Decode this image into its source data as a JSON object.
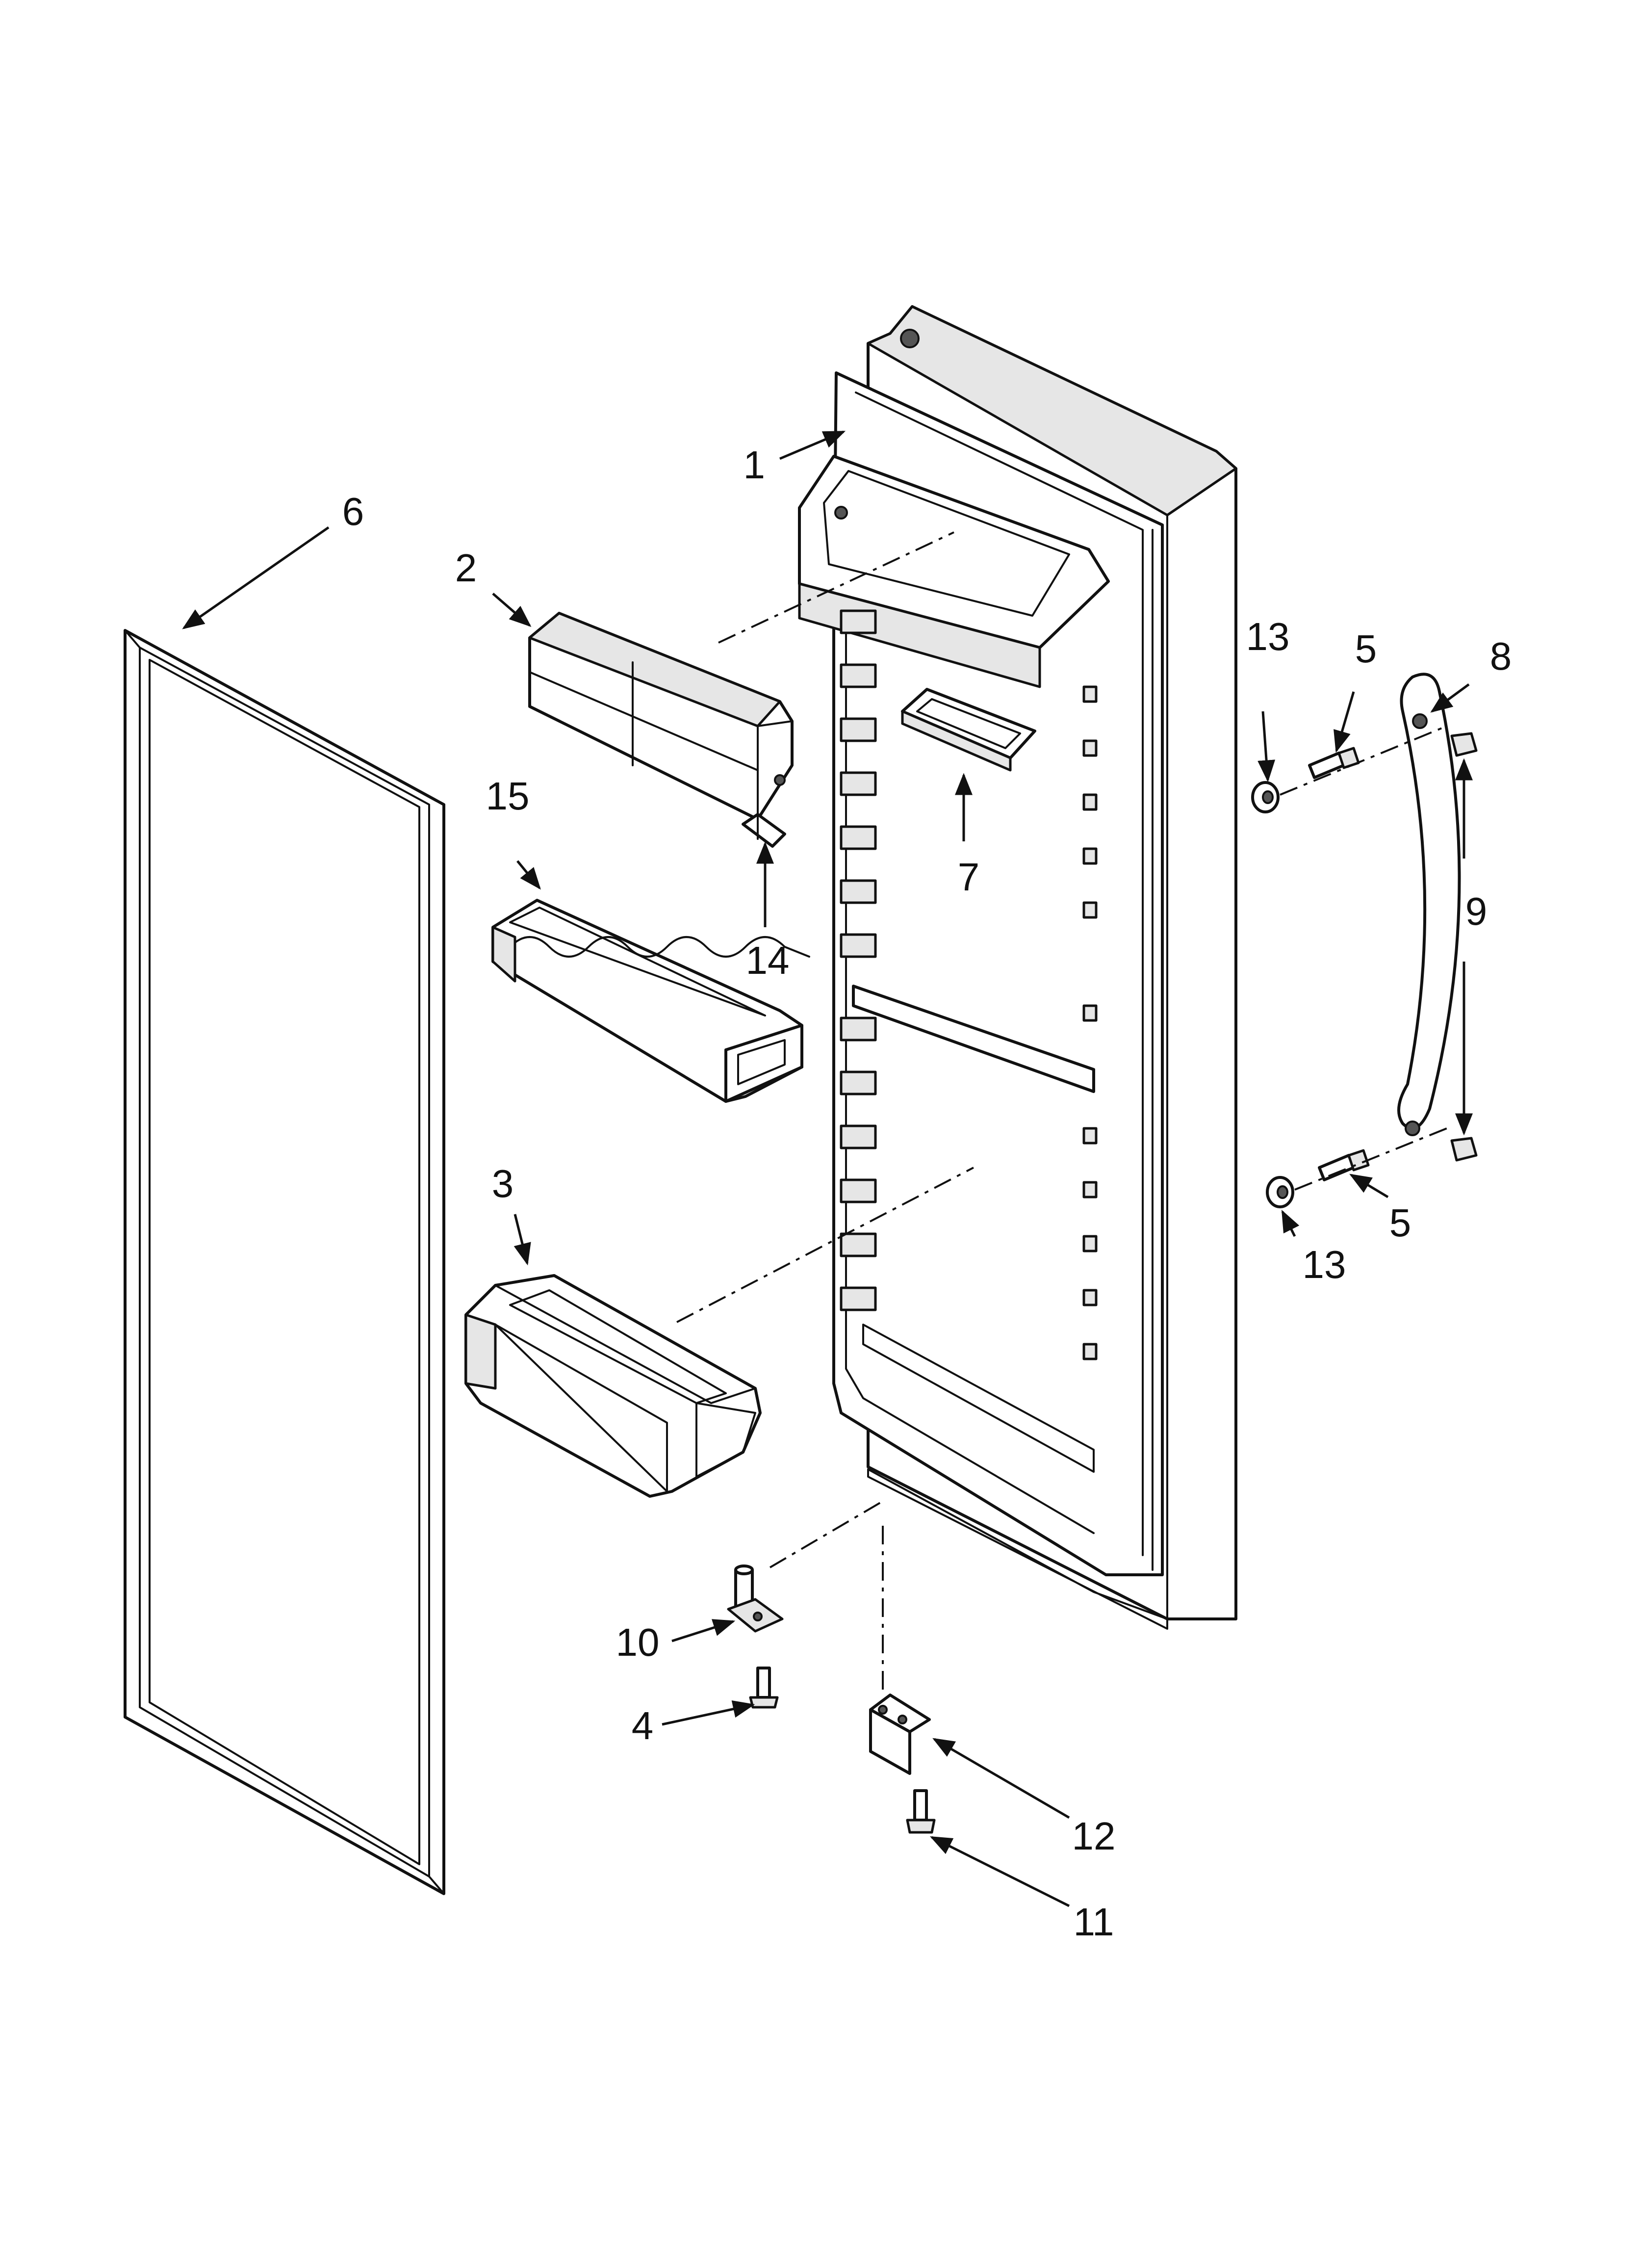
{
  "callouts": {
    "c1": "1",
    "c2": "2",
    "c3": "3",
    "c4": "4",
    "c5a": "5",
    "c5b": "5",
    "c6": "6",
    "c7": "7",
    "c8": "8",
    "c9": "9",
    "c10": "10",
    "c11": "11",
    "c12": "12",
    "c13a": "13",
    "c13b": "13",
    "c14": "14",
    "c15": "15"
  }
}
